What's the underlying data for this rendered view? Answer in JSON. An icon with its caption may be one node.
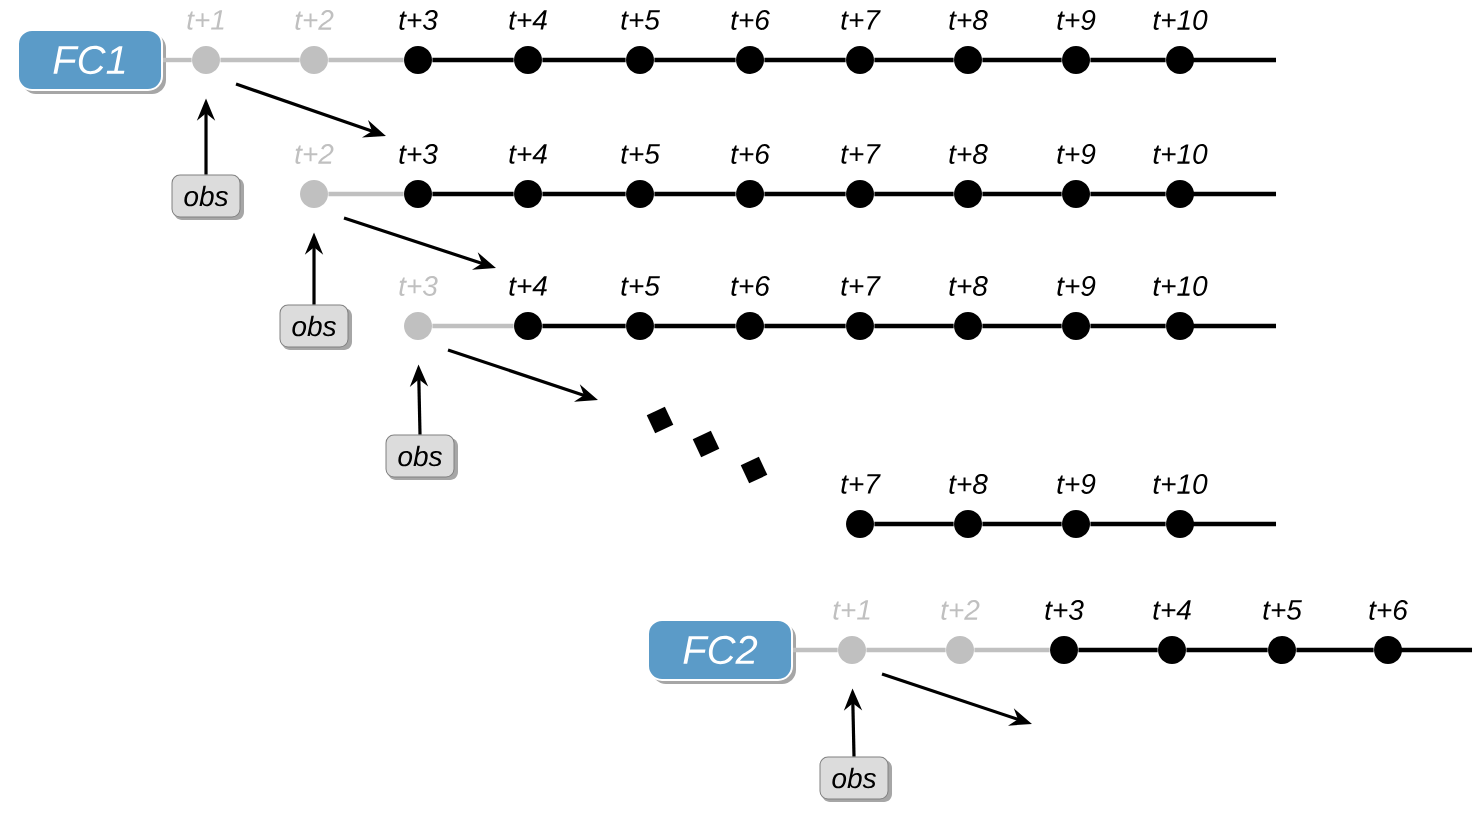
{
  "diagram": {
    "nodes": [
      {
        "text": [
          "FC1"
        ]
      },
      {
        "text": [],
        "shape": "circle",
        "beside": [
          "t+1"
        ]
      },
      {
        "text": [],
        "shape": "circle",
        "beside": [
          "t+2"
        ]
      },
      {
        "text": [],
        "shape": "circle",
        "beside": [
          "t+3"
        ]
      },
      {
        "text": [],
        "shape": "circle",
        "beside": [
          "t+4"
        ]
      },
      {
        "text": [],
        "shape": "circle",
        "beside": [
          "t+5"
        ]
      },
      {
        "text": [],
        "shape": "circle",
        "beside": [
          "t+6"
        ]
      },
      {
        "text": [],
        "shape": "circle",
        "beside": [
          "t+7"
        ]
      },
      {
        "text": [],
        "shape": "circle",
        "beside": [
          "t+8"
        ]
      },
      {
        "text": [],
        "shape": "circle",
        "beside": [
          "t+9"
        ]
      },
      {
        "text": [],
        "shape": "circle",
        "beside": [
          "t+10"
        ]
      },
      {
        "text": [
          "obs"
        ]
      },
      {
        "text": [],
        "shape": "circle",
        "beside": [
          "t+2"
        ]
      },
      {
        "text": [],
        "shape": "circle",
        "beside": [
          "t+3"
        ]
      },
      {
        "text": [],
        "shape": "circle",
        "beside": [
          "t+4"
        ]
      },
      {
        "text": [],
        "shape": "circle",
        "beside": [
          "t+5"
        ]
      },
      {
        "text": [],
        "shape": "circle",
        "beside": [
          "t+6"
        ]
      },
      {
        "text": [],
        "shape": "circle",
        "beside": [
          "t+7"
        ]
      },
      {
        "text": [],
        "shape": "circle",
        "beside": [
          "t+8"
        ]
      },
      {
        "text": [],
        "shape": "circle",
        "beside": [
          "t+9"
        ]
      },
      {
        "text": [],
        "shape": "circle",
        "beside": [
          "t+10"
        ]
      },
      {
        "text": [
          "obs"
        ]
      },
      {
        "text": [],
        "shape": "circle",
        "beside": [
          "t+3"
        ]
      },
      {
        "text": [],
        "shape": "circle",
        "beside": [
          "t+4"
        ]
      },
      {
        "text": [],
        "shape": "circle",
        "beside": [
          "t+5"
        ]
      },
      {
        "text": [],
        "shape": "circle",
        "beside": [
          "t+6"
        ]
      },
      {
        "text": [],
        "shape": "circle",
        "beside": [
          "t+7"
        ]
      },
      {
        "text": [],
        "shape": "circle",
        "beside": [
          "t+8"
        ]
      },
      {
        "text": [],
        "shape": "circle",
        "beside": [
          "t+9"
        ]
      },
      {
        "text": [],
        "shape": "circle",
        "beside": [
          "t+10"
        ]
      },
      {
        "text": [
          "obs"
        ]
      },
      {
        "text": [],
        "shape": "circle",
        "beside": [
          "t+7"
        ]
      },
      {
        "text": [],
        "shape": "circle",
        "beside": [
          "t+8"
        ]
      },
      {
        "text": [],
        "shape": "circle",
        "beside": [
          "t+9"
        ]
      },
      {
        "text": [],
        "shape": "circle",
        "beside": [
          "t+10"
        ]
      },
      {
        "text": [
          "FC2"
        ]
      },
      {
        "text": [],
        "shape": "circle",
        "beside": [
          "t+1"
        ]
      },
      {
        "text": [],
        "shape": "circle",
        "beside": [
          "t+2"
        ]
      },
      {
        "text": [],
        "shape": "circle",
        "beside": [
          "t+3"
        ]
      },
      {
        "text": [],
        "shape": "circle",
        "beside": [
          "t+4"
        ]
      },
      {
        "text": [],
        "shape": "circle",
        "beside": [
          "t+5"
        ]
      },
      {
        "text": [],
        "shape": "circle",
        "beside": [
          "t+6"
        ]
      },
      {
        "text": [
          "obs"
        ]
      }
    ],
    "edges": [
      {
        "from": 0,
        "to": 1,
        "arrow": "none",
        "color": "#c0c0c0"
      },
      {
        "from": 1,
        "to": 2,
        "arrow": "none",
        "color": "#c0c0c0"
      },
      {
        "from": 2,
        "to": 3,
        "arrow": "none",
        "color": "#c0c0c0"
      },
      {
        "from": 3,
        "to": 4,
        "arrow": "none"
      },
      {
        "from": 4,
        "to": 5,
        "arrow": "none"
      },
      {
        "from": 5,
        "to": 6,
        "arrow": "none"
      },
      {
        "from": 6,
        "to": 7,
        "arrow": "none"
      },
      {
        "from": 7,
        "to": 8,
        "arrow": "none"
      },
      {
        "from": 8,
        "to": 9,
        "arrow": "none"
      },
      {
        "from": 9,
        "to": 10,
        "arrow": "none"
      },
      {
        "from": 11,
        "to": 1,
        "arrow": "to"
      },
      {
        "from": 1,
        "to": 13,
        "arrow": "to"
      },
      {
        "from": 12,
        "to": 13,
        "arrow": "none",
        "color": "#c0c0c0"
      },
      {
        "from": 13,
        "to": 14,
        "arrow": "none"
      },
      {
        "from": 14,
        "to": 15,
        "arrow": "none"
      },
      {
        "from": 15,
        "to": 16,
        "arrow": "none"
      },
      {
        "from": 16,
        "to": 17,
        "arrow": "none"
      },
      {
        "from": 17,
        "to": 18,
        "arrow": "none"
      },
      {
        "from": 18,
        "to": 19,
        "arrow": "none"
      },
      {
        "from": 19,
        "to": 20,
        "arrow": "none"
      },
      {
        "from": 21,
        "to": 12,
        "arrow": "to"
      },
      {
        "from": 12,
        "to": 23,
        "arrow": "to"
      },
      {
        "from": 22,
        "to": 23,
        "arrow": "none",
        "color": "#c0c0c0"
      },
      {
        "from": 23,
        "to": 24,
        "arrow": "none"
      },
      {
        "from": 24,
        "to": 25,
        "arrow": "none"
      },
      {
        "from": 25,
        "to": 26,
        "arrow": "none"
      },
      {
        "from": 26,
        "to": 27,
        "arrow": "none"
      },
      {
        "from": 27,
        "to": 28,
        "arrow": "none"
      },
      {
        "from": 28,
        "to": 29,
        "arrow": "none"
      },
      {
        "from": 30,
        "to": 22,
        "arrow": "to"
      },
      {
        "from": 22,
        "to": null,
        "arrow": "to"
      },
      {
        "from": 31,
        "to": 32,
        "arrow": "none"
      },
      {
        "from": 32,
        "to": 33,
        "arrow": "none"
      },
      {
        "from": 33,
        "to": 34,
        "arrow": "none"
      },
      {
        "from": 35,
        "to": 36,
        "arrow": "none",
        "color": "#c0c0c0"
      },
      {
        "from": 36,
        "to": 37,
        "arrow": "none",
        "color": "#c0c0c0"
      },
      {
        "from": 37,
        "to": 38,
        "arrow": "none",
        "color": "#c0c0c0"
      },
      {
        "from": 38,
        "to": 39,
        "arrow": "none"
      },
      {
        "from": 39,
        "to": 40,
        "arrow": "none"
      },
      {
        "from": 40,
        "to": 41,
        "arrow": "none"
      },
      {
        "from": 42,
        "to": 36,
        "arrow": "to"
      },
      {
        "from": 36,
        "to": null,
        "arrow": "to"
      }
    ]
  }
}
